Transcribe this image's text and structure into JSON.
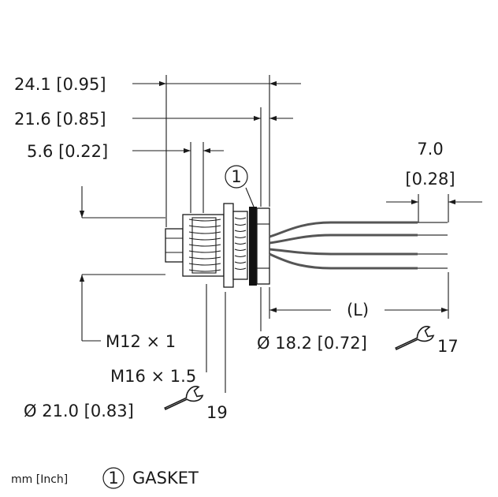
{
  "units_note": "mm [Inch]",
  "legend": {
    "marker": "1",
    "label": "GASKET"
  },
  "callout_marker": "1",
  "dimensions": {
    "overall_length": "24.1 [0.95]",
    "length_to_gasket": "21.6 [0.85]",
    "front_length": "5.6 [0.22]",
    "lead_strip_mm": "7.0",
    "lead_strip_in": "[0.28]",
    "lead_length": "(L)",
    "front_thread": "M12 × 1",
    "panel_thread": "M16 × 1.5",
    "nut_diameter": "Ø 21.0 [0.83]",
    "gasket_diameter": "Ø 18.2 [0.72]"
  },
  "wrench_sizes": {
    "nut": "19",
    "flange": "17"
  },
  "colors": {
    "line": "#1a1a1a",
    "gasket": "#111111",
    "wire": "#666666",
    "background": "#ffffff"
  }
}
